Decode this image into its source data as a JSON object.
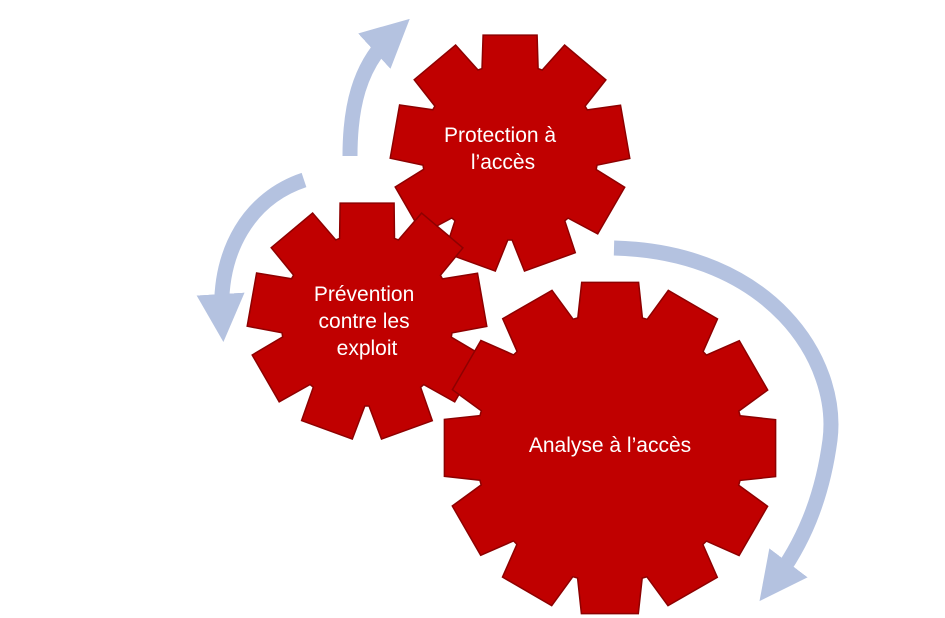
{
  "diagram": {
    "gear_color": "#C00000",
    "gear_stroke": "#8E0000",
    "arrow_color": "#B4C2E0",
    "gears": [
      {
        "name": "protection",
        "lines": [
          "Protection à",
          "l’accès"
        ]
      },
      {
        "name": "prevention",
        "lines": [
          "Prévention",
          "contre les",
          "exploit"
        ]
      },
      {
        "name": "analyse",
        "lines": [
          "Analyse à l’accès"
        ]
      }
    ]
  }
}
